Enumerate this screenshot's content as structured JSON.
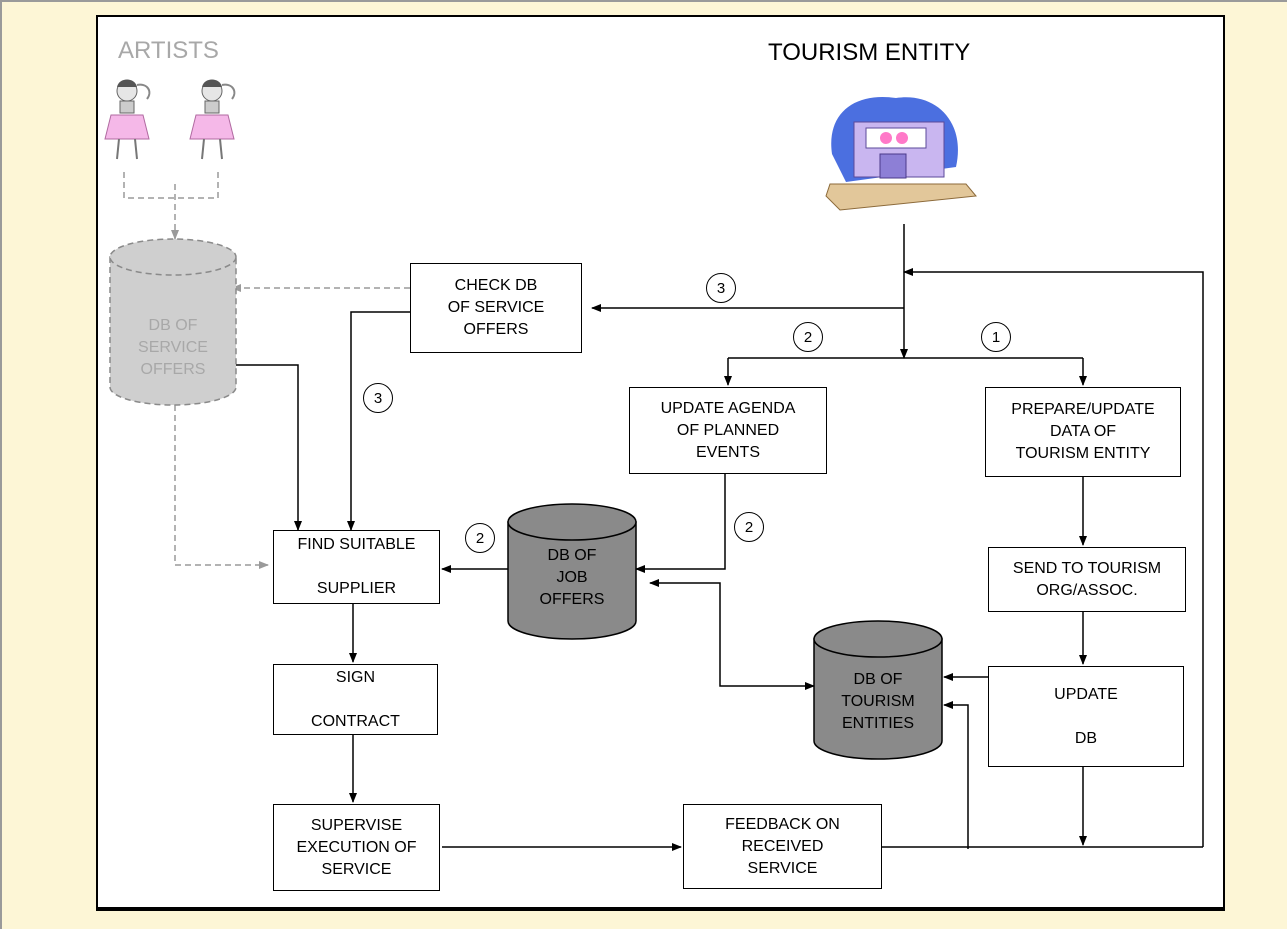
{
  "titles": {
    "artists": "ARTISTS",
    "tourism_entity": "TOURISM ENTITY"
  },
  "databases": {
    "service_offers": "DB OF\nSERVICE\nOFFERS",
    "job_offers": "DB OF\nJOB\nOFFERS",
    "tourism_entities": "DB OF\nTOURISM\nENTITIES"
  },
  "boxes": {
    "check_db": "CHECK DB\nOF SERVICE\nOFFERS",
    "update_agenda": "UPDATE AGENDA\nOF PLANNED\nEVENTS",
    "prepare_update": "PREPARE/UPDATE\nDATA OF\nTOURISM ENTITY",
    "send_to_org": "SEND TO TOURISM\nORG/ASSOC.",
    "update_db": "UPDATE\n\nDB",
    "find_supplier": "FIND SUITABLE\n\nSUPPLIER",
    "sign_contract": "SIGN\n\nCONTRACT",
    "supervise": "SUPERVISE\nEXECUTION OF\nSERVICE",
    "feedback": "FEEDBACK ON\nRECEIVED\nSERVICE"
  },
  "step_numbers": {
    "step_3_top": "3",
    "step_2_top": "2",
    "step_1_top": "1",
    "step_3_left": "3",
    "step_2_job": "2",
    "step_2_left": "2"
  },
  "colors": {
    "background": "#fdf6d6",
    "artists_gray": "#a8a8a8",
    "faded_db": "#cfcfcf",
    "dark_db": "#8a8a8a"
  },
  "icons": {
    "artists": "dancer-icon",
    "tourism_entity": "theater-building-icon"
  }
}
